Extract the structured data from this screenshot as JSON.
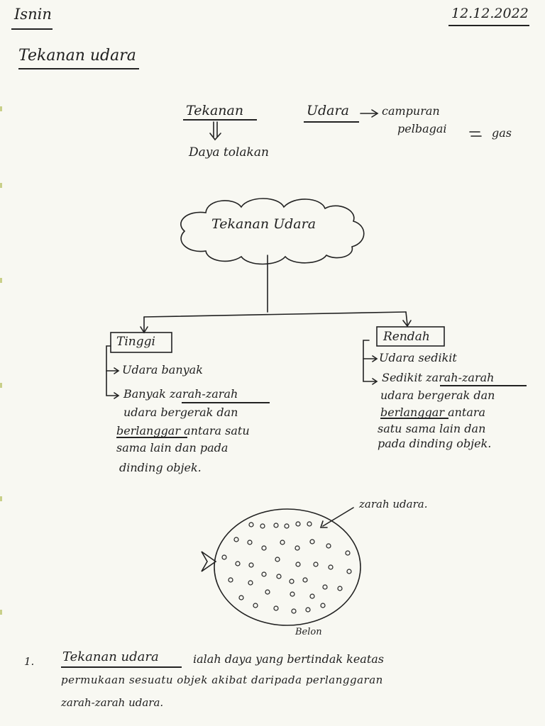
{
  "header": {
    "day": "Isnin",
    "date": "12.12.2022"
  },
  "title": "Tekanan udara",
  "definition_row": {
    "word1": "Tekanan",
    "word1_meaning": "Daya tolakan",
    "word2": "Udara",
    "word2_meaning_line1": "campuran",
    "word2_meaning_line2": "pelbagai",
    "word2_meaning_line3": "gas"
  },
  "cloud_label": "Tekanan Udara",
  "branch_high": {
    "label": "Tinggi",
    "point1": "Udara banyak",
    "point2_lines": [
      "Banyak zarah-zarah",
      "udara bergerak dan",
      "berlanggar antara satu",
      "sama lain dan pada",
      "dinding objek."
    ]
  },
  "branch_low": {
    "label": "Rendah",
    "point1": "Udara sedikit",
    "point2_lines": [
      "Sedikit zarah-zarah",
      "udara bergerak dan",
      "berlanggar antara",
      "satu sama lain dan",
      "pada dinding objek."
    ]
  },
  "balloon": {
    "particle_label": "zarah udara.",
    "caption": "Belon"
  },
  "footnote": {
    "number": "1.",
    "line1_term": "Tekanan udara",
    "line1_rest": "ialah daya yang bertindak keatas",
    "line2": "permukaan sesuatu objek akibat daripada perlanggaran",
    "line3": "zarah-zarah udara."
  }
}
